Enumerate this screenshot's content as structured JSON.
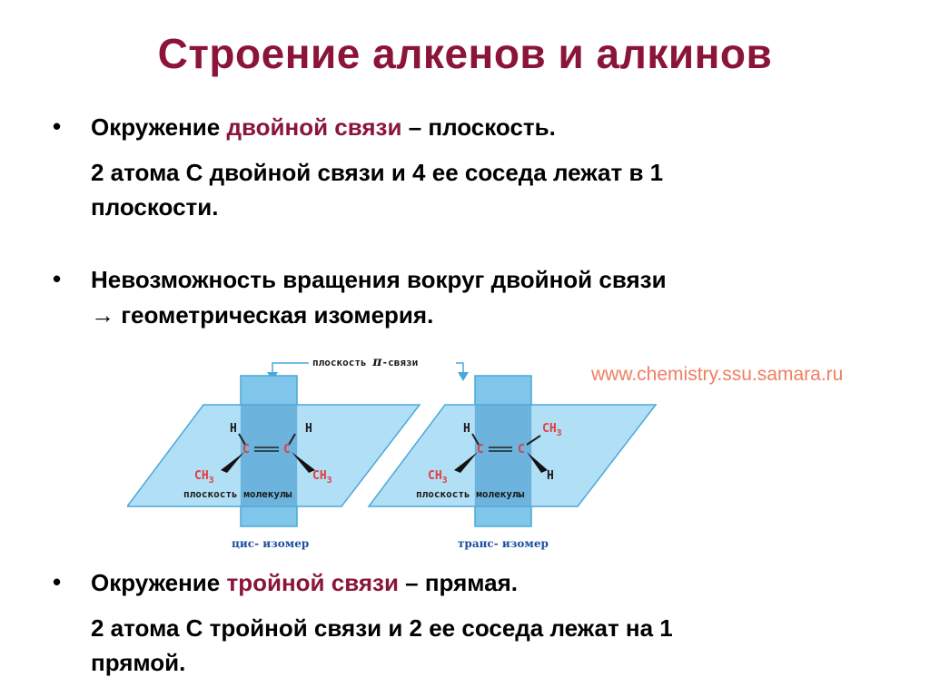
{
  "title": "Строение алкенов и алкинов",
  "bullets": [
    {
      "line1_prefix": "Окружение ",
      "line1_accent": "двойной связи",
      "line1_suffix": " – плоскость.",
      "line2": "2 атома С двойной связи и 4 ее соседа лежат в 1",
      "line3": "плоскости."
    },
    {
      "line1": "Невозможность вращения вокруг двойной связи",
      "line2_arrow": "→",
      "line2": " геометрическая изомерия."
    },
    {
      "line1_prefix": "Окружение ",
      "line1_accent": "тройной связи",
      "line1_suffix": " – прямая.",
      "line2": "2 атома С тройной связи и 2 ее соседа лежат на 1",
      "line3": "прямой."
    }
  ],
  "source": "www.chemistry.ssu.samara.ru",
  "figure": {
    "pi_plane_label_prefix": "плоскость ",
    "pi_symbol": "π",
    "pi_plane_label_suffix": "-связи",
    "molecule_plane_label": "плоскость молекулы",
    "cis": {
      "caption": "цис- изомер",
      "top_left": "H",
      "top_right": "H",
      "carbon_left": "C",
      "double_bond": "=",
      "carbon_right": "C",
      "bottom_left": "CH",
      "bottom_left_sub": "3",
      "bottom_right": "CH",
      "bottom_right_sub": "3"
    },
    "trans": {
      "caption": "транс- изомер",
      "top_left": "H",
      "top_right": "CH",
      "top_right_sub": "3",
      "carbon_left": "C",
      "double_bond": "=",
      "carbon_right": "C",
      "bottom_left": "CH",
      "bottom_left_sub": "3",
      "bottom_right": "H"
    },
    "colors": {
      "plane_fill": "#a9dcf5",
      "plane_stroke": "#4aa8d8",
      "pi_fill": "#7fc6ea",
      "overlap_fill": "#5aa6d6",
      "carbon": "#e33d3d",
      "methyl": "#e33d3d",
      "caption": "#1c4fa0",
      "label": "#1a1a1a",
      "arrow": "#4aa8d8"
    }
  },
  "colors": {
    "title": "#8b1538",
    "accent": "#8b1538",
    "source": "#f07e63"
  }
}
